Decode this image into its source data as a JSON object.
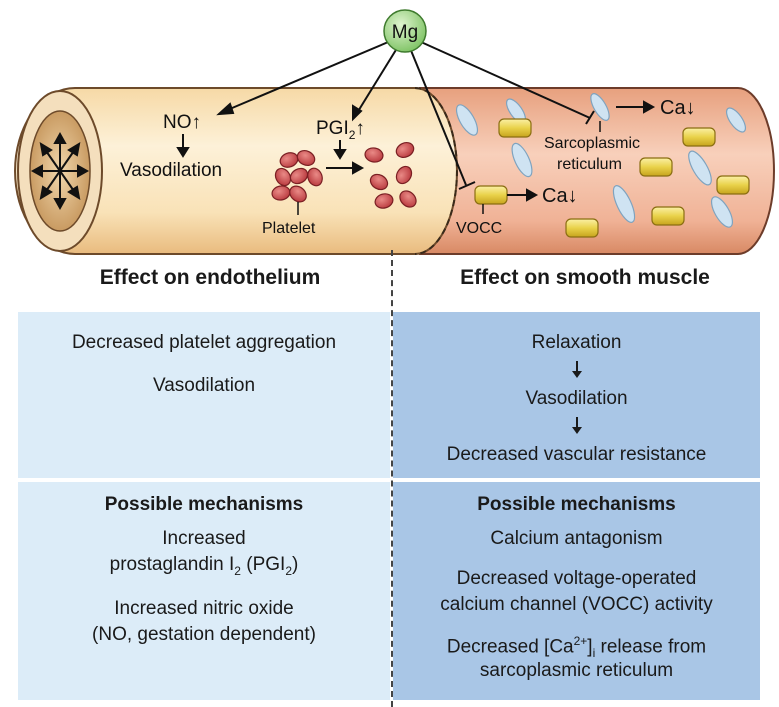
{
  "diagram": {
    "mg_label": "Mg",
    "no_label": "NO↑",
    "vasodilation_label": "Vasodilation",
    "pgi2_label": "PGI",
    "pgi2_sub": "2",
    "pgi2_arrow": "↑",
    "platelet_label": "Platelet",
    "sarcoplasmic_line1": "Sarcoplasmic",
    "sarcoplasmic_line2": "reticulum",
    "ca_top_label": "Ca↓",
    "ca_bottom_label": "Ca↓",
    "vocc_label": "VOCC"
  },
  "headings": {
    "endothelium": "Effect on endothelium",
    "smooth_muscle": "Effect on smooth muscle"
  },
  "endothelium_effects": {
    "line1": "Decreased platelet aggregation",
    "line2": "Vasodilation"
  },
  "muscle_effects": {
    "line1": "Relaxation",
    "line2": "Vasodilation",
    "line3": "Decreased vascular resistance"
  },
  "endothelium_mechanisms": {
    "title": "Possible mechanisms",
    "m1_line1": "Increased",
    "m1_line2_pre": "prostaglandin I",
    "m1_line2_sub1": "2",
    "m1_line2_mid": " (PGI",
    "m1_line2_sub2": "2",
    "m1_line2_post": ")",
    "m2_line1": "Increased nitric oxide",
    "m2_line2": "(NO, gestation dependent)"
  },
  "muscle_mechanisms": {
    "title": "Possible mechanisms",
    "m1": "Calcium antagonism",
    "m2_line1": "Decreased voltage-operated",
    "m2_line2": "calcium channel (VOCC) activity",
    "m3_line1_pre": "Decreased [Ca",
    "m3_line1_sup": "2+",
    "m3_line1_mid": "]",
    "m3_line1_sub": "i",
    "m3_line1_post": " release from",
    "m3_line2": "sarcoplasmic reticulum"
  },
  "colors": {
    "endothelium_bg": "#dcecf8",
    "muscle_bg": "#a9c6e6",
    "mg_fill": "#8fd07a",
    "platelet_fill": "#c8474c",
    "vocc_fill": "#e6cf3e",
    "sr_fill": "#c9dff0"
  }
}
